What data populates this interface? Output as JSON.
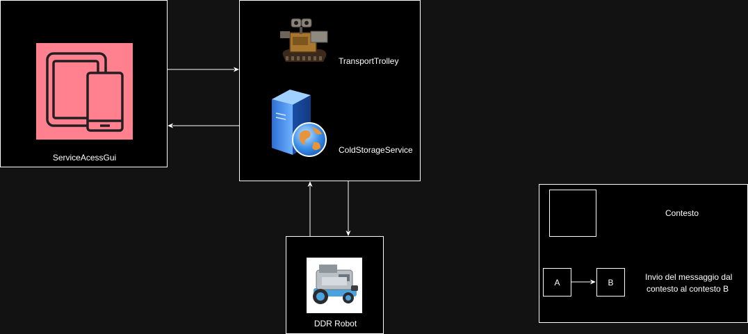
{
  "colors": {
    "canvas": "#121212",
    "box_fill": "#000000",
    "stroke": "#ffffff",
    "gui_icon_bg": "#ff808f",
    "gui_icon_stroke": "#231f20"
  },
  "nodes": {
    "gui": {
      "label": "ServiceAcessGui",
      "icon": "tablet-phone-icon"
    },
    "service": {
      "trolley_label": "TransportTrolley",
      "trolley_icon": "wall-e-robot-icon",
      "storage_label": "ColdStorageService",
      "storage_icon": "server-globe-icon"
    },
    "robot": {
      "label": "DDR Robot",
      "icon": "mbot-robot-icon"
    }
  },
  "legend": {
    "context_label": "Contesto",
    "node_a": "A",
    "node_b": "B",
    "message_line1": "Invio del messaggio dal",
    "message_line2": "contesto al contesto B"
  }
}
